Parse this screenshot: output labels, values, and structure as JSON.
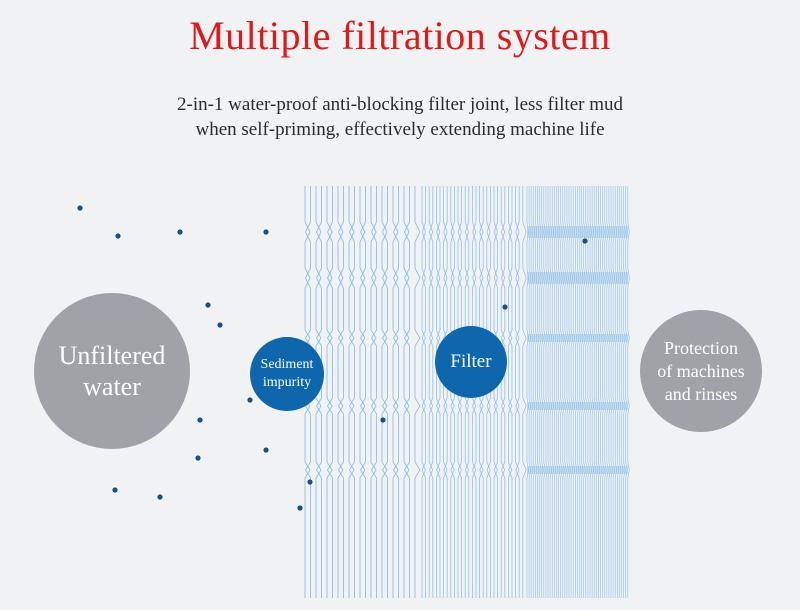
{
  "title": "Multiple filtration system",
  "subtitle": {
    "line1": "2-in-1 water-proof anti-blocking filter joint, less filter mud",
    "line2": "when self-priming, effectively extending machine life"
  },
  "stages": {
    "unfiltered": [
      "Unfiltered",
      "water"
    ],
    "sediment": [
      "Sediment",
      "impurity"
    ],
    "filter": "Filter",
    "protection": [
      "Protection",
      "of machines",
      "and rinses"
    ]
  },
  "colors": {
    "title": "#e01818",
    "accent_blue": "#0e66ad",
    "stage_grey": "#9fa2a6",
    "mesh_blue": "#7cb6e6",
    "particle": "#1d4f79",
    "background": "#f1f2f4"
  }
}
